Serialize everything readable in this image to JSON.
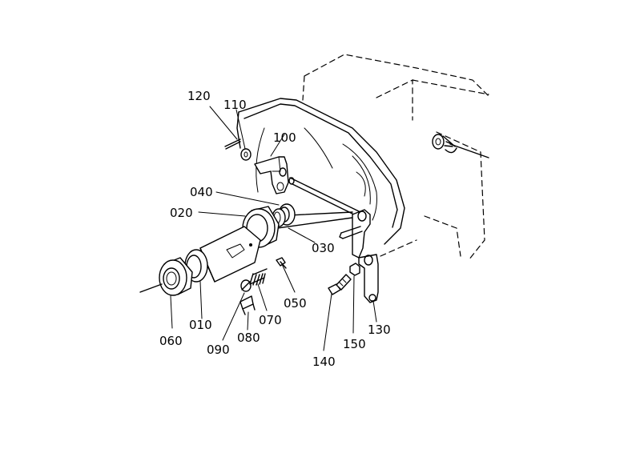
{
  "diagram": {
    "callouts": [
      {
        "id": "010",
        "text": "010"
      },
      {
        "id": "020",
        "text": "020"
      },
      {
        "id": "030",
        "text": "030"
      },
      {
        "id": "040",
        "text": "040"
      },
      {
        "id": "050",
        "text": "050"
      },
      {
        "id": "060",
        "text": "060"
      },
      {
        "id": "070",
        "text": "070"
      },
      {
        "id": "080",
        "text": "080"
      },
      {
        "id": "090",
        "text": "090"
      },
      {
        "id": "100",
        "text": "100"
      },
      {
        "id": "110",
        "text": "110"
      },
      {
        "id": "120",
        "text": "120"
      },
      {
        "id": "130",
        "text": "130"
      },
      {
        "id": "140",
        "text": "140"
      },
      {
        "id": "150",
        "text": "150"
      }
    ]
  }
}
